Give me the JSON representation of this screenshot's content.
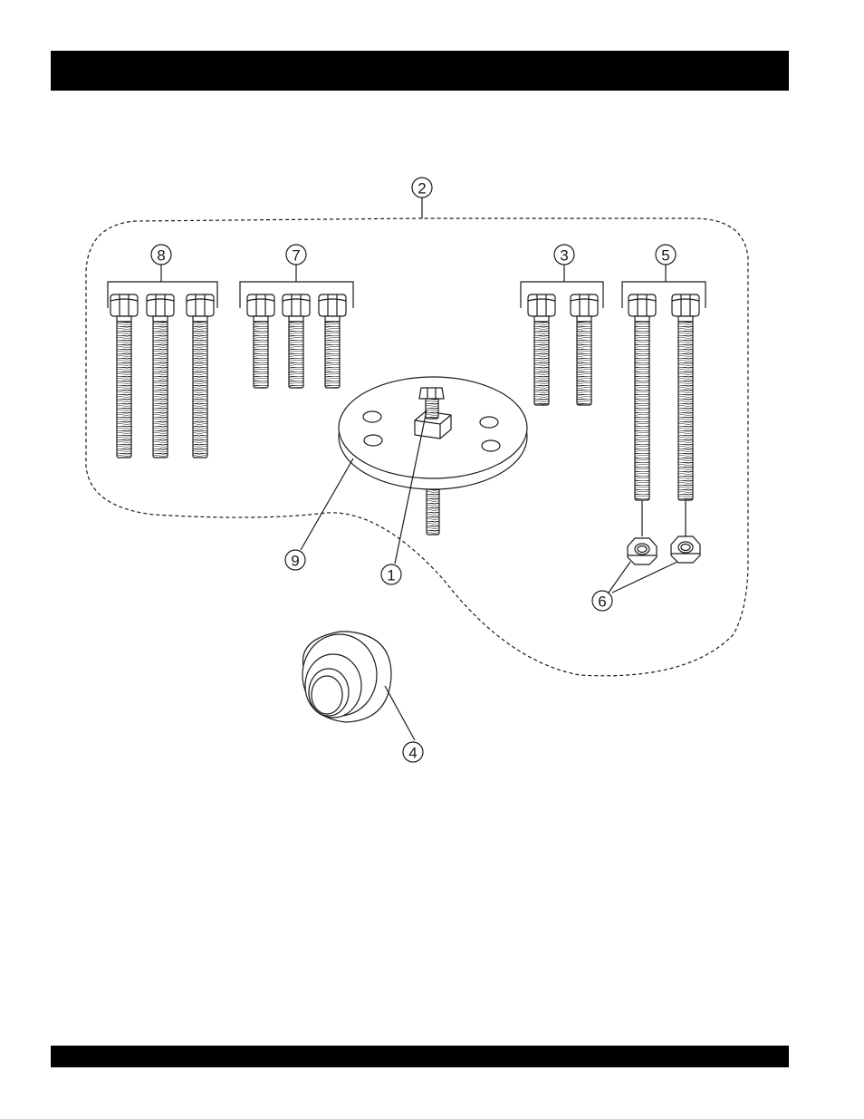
{
  "colors": {
    "header_bar": "#000000",
    "line": "#1a1a1a",
    "part_fill": "#ffffff"
  },
  "callouts": {
    "c1": "1",
    "c2": "2",
    "c3": "3",
    "c4": "4",
    "c5": "5",
    "c6": "6",
    "c7": "7",
    "c8": "8",
    "c9": "9"
  }
}
